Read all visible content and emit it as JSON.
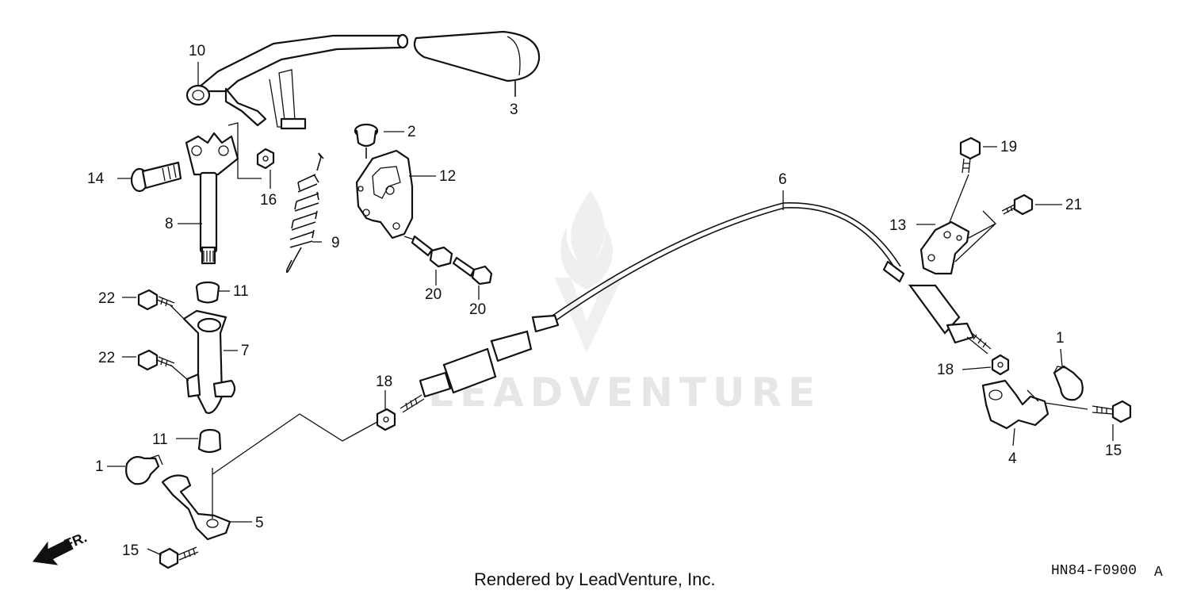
{
  "diagram": {
    "callouts": {
      "c1a": "1",
      "c1b": "1",
      "c2": "2",
      "c3": "3",
      "c4": "4",
      "c5": "5",
      "c6": "6",
      "c7": "7",
      "c8": "8",
      "c9": "9",
      "c10": "10",
      "c11a": "11",
      "c11b": "11",
      "c12": "12",
      "c13": "13",
      "c14": "14",
      "c15a": "15",
      "c15b": "15",
      "c16": "16",
      "c18a": "18",
      "c18b": "18",
      "c19": "19",
      "c20a": "20",
      "c20b": "20",
      "c21": "21",
      "c22a": "22",
      "c22b": "22"
    },
    "front_arrow_label": "FR.",
    "diagram_code": "HN84-F0900",
    "diagram_code_suffix": "A",
    "watermark": "LEADVENTURE",
    "credit": "Rendered by LeadVenture, Inc."
  }
}
